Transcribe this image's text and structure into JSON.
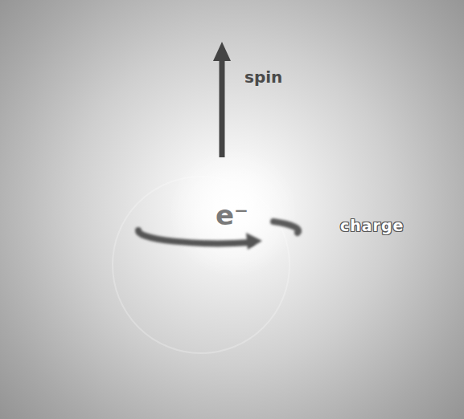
{
  "diagram": {
    "labels": [
      "spin",
      "e⁻",
      "charge"
    ]
  }
}
